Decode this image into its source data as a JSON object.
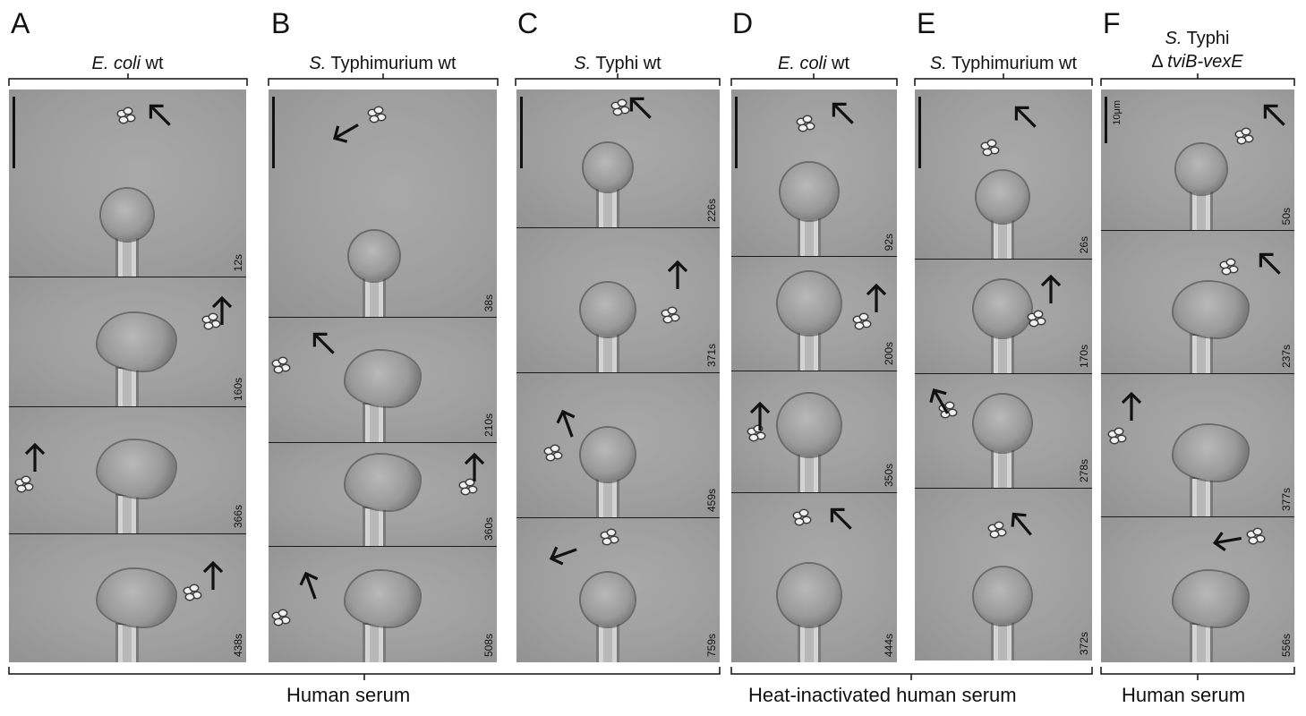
{
  "panels": [
    {
      "letter": "A",
      "title_italic": "E. coli",
      "title_rest": " wt",
      "times": [
        "12s",
        "160s",
        "366s",
        "438s"
      ],
      "scale_label": ""
    },
    {
      "letter": "B",
      "title_italic": "S.",
      "title_rest": " Typhimurium wt",
      "times": [
        "38s",
        "210s",
        "360s",
        "508s"
      ],
      "scale_label": ""
    },
    {
      "letter": "C",
      "title_italic": "S.",
      "title_rest": " Typhi wt",
      "times": [
        "226s",
        "371s",
        "459s",
        "759s"
      ],
      "scale_label": ""
    },
    {
      "letter": "D",
      "title_italic": "E. coli",
      "title_rest": " wt",
      "times": [
        "92s",
        "200s",
        "350s",
        "444s"
      ],
      "scale_label": ""
    },
    {
      "letter": "E",
      "title_italic": "S.",
      "title_rest": " Typhimurium wt",
      "times": [
        "26s",
        "170s",
        "278s",
        "372s"
      ],
      "scale_label": ""
    },
    {
      "letter": "F",
      "title_italic": "S.",
      "title_rest": " Typhi",
      "title_line2_prefix": "Δ ",
      "title_line2_italic": "tviB-vexE",
      "times": [
        "50s",
        "237s",
        "377s",
        "556s"
      ],
      "scale_label": "10μm"
    }
  ],
  "group_labels": [
    "Human serum",
    "Heat-inactivated human serum",
    "Human serum"
  ]
}
